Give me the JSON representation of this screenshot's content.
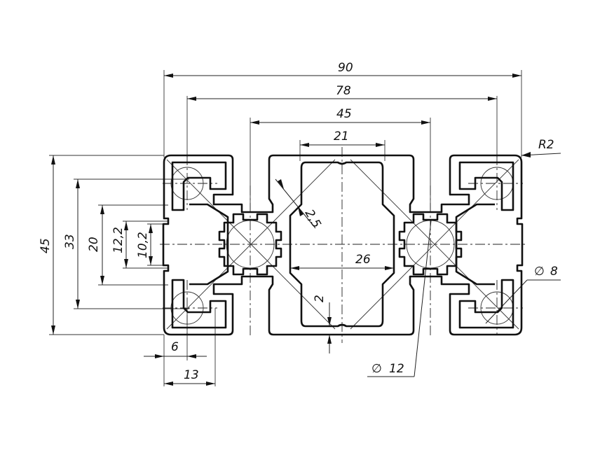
{
  "drawing": {
    "subject": "Aluminum T-slot extrusion profile 45x90 cross-section",
    "dimensions": {
      "overall_width": "90",
      "slot_centers_outer": "78",
      "module_centers": "45",
      "center_cavity_width": "21",
      "inner_cavity_width": "26",
      "overall_height": "45",
      "slot_centers_vertical": "33",
      "slot_spacing": "20",
      "slot_opening_outer": "12,2",
      "slot_opening_inner": "10,2",
      "corner_offset": "6",
      "corner_width": "13",
      "wall_thickness": "2",
      "chamfer": "2,5",
      "corner_radius": "R2",
      "corner_hole_diameter": "8",
      "core_hole_diameter": "12"
    },
    "diameter_symbol": "∅"
  }
}
